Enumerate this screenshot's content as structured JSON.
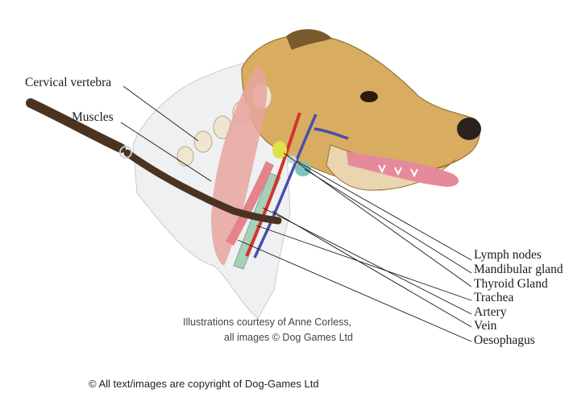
{
  "labels_left": {
    "cervical_vertebra": "Cervical vertebra",
    "muscles": "Muscles"
  },
  "labels_right": [
    "Lymph nodes",
    "Mandibular gland",
    "Thyroid Gland",
    "Trachea",
    "Artery",
    "Vein",
    "Oesophagus"
  ],
  "credit": {
    "line1": "Illustrations courtesy of Anne Corless,",
    "line2": "all images © Dog Games Ltd"
  },
  "copyright": "© All text/images are copyright of Dog-Games Ltd",
  "colors": {
    "fur": "#d8ad62",
    "muscle": "#e8a4a0",
    "artery": "#d6332c",
    "vein": "#4a4fa8",
    "trachea": "#a8d0b8",
    "leash": "#4a3320",
    "tongue": "#e58a9a",
    "thyroid": "#dfe04a"
  }
}
